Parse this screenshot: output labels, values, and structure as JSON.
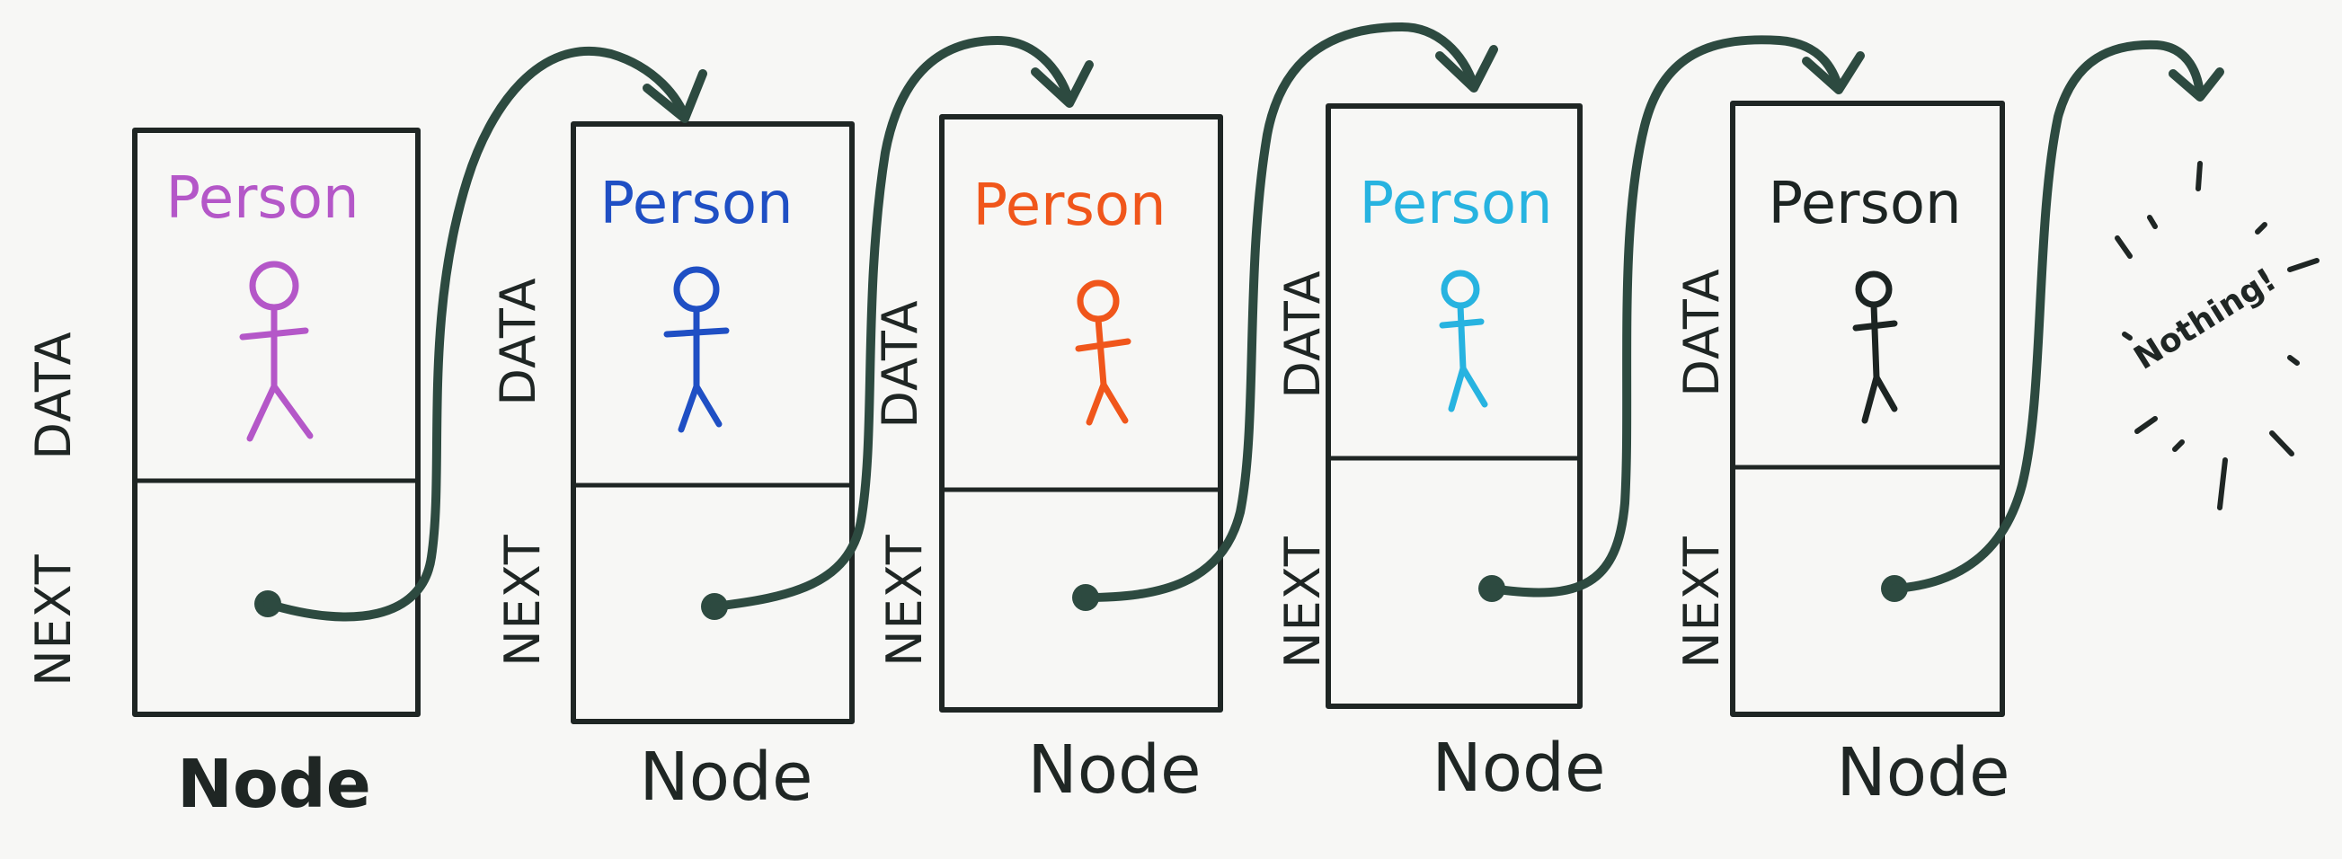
{
  "labels": {
    "data": "DATA",
    "next": "NEXT",
    "node": "Node",
    "person": "Person",
    "nothing": "Nothing!"
  },
  "nodes": [
    {
      "person_label": "Person",
      "color": "#b457c8"
    },
    {
      "person_label": "Person",
      "color": "#1f4fc4"
    },
    {
      "person_label": "Person",
      "color": "#f0561b"
    },
    {
      "person_label": "Person",
      "color": "#27b3e0"
    },
    {
      "person_label": "Person",
      "color": "#1c2422"
    }
  ],
  "end_marker": {
    "text": "Nothing!"
  },
  "colors": {
    "ink": "#1f2624",
    "arrow": "#2d4a40",
    "paper": "#f7f7f5"
  }
}
